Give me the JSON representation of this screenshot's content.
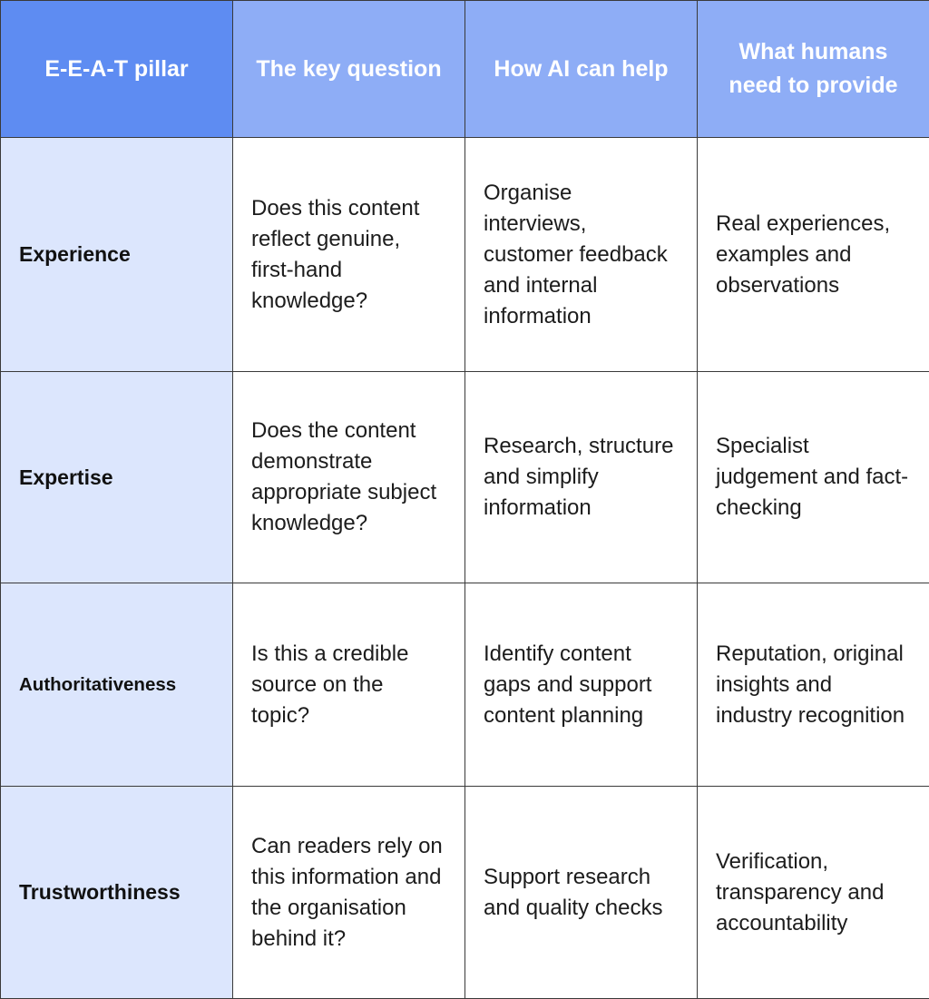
{
  "table": {
    "headers": [
      "E-E-A-T pillar",
      "The key question",
      "How AI can help",
      "What humans need to provide"
    ],
    "rows": [
      {
        "pillar": "Experience",
        "question": "Does this content reflect genuine, first-hand knowledge?",
        "ai": "Organise interviews, customer feedback and internal information",
        "humans": "Real experiences, examples and observations"
      },
      {
        "pillar": "Expertise",
        "question": "Does the content demonstrate appropriate subject knowledge?",
        "ai": "Research, structure and simplify information",
        "humans": "Specialist judgement and fact-checking"
      },
      {
        "pillar": "Authoritativeness",
        "question": "Is this a credible source on the topic?",
        "ai": "Identify content gaps and support content planning",
        "humans": "Reputation, original insights and industry recognition"
      },
      {
        "pillar": "Trustworthiness",
        "question": "Can readers rely on this information and the organisation behind it?",
        "ai": "Support research and quality checks",
        "humans": "Verification, transparency and accountability"
      }
    ]
  },
  "colors": {
    "header_first": "#5e8cf2",
    "header": "#8eadf6",
    "pillar_cell": "#dce6fd",
    "border": "#3a3a3a"
  }
}
